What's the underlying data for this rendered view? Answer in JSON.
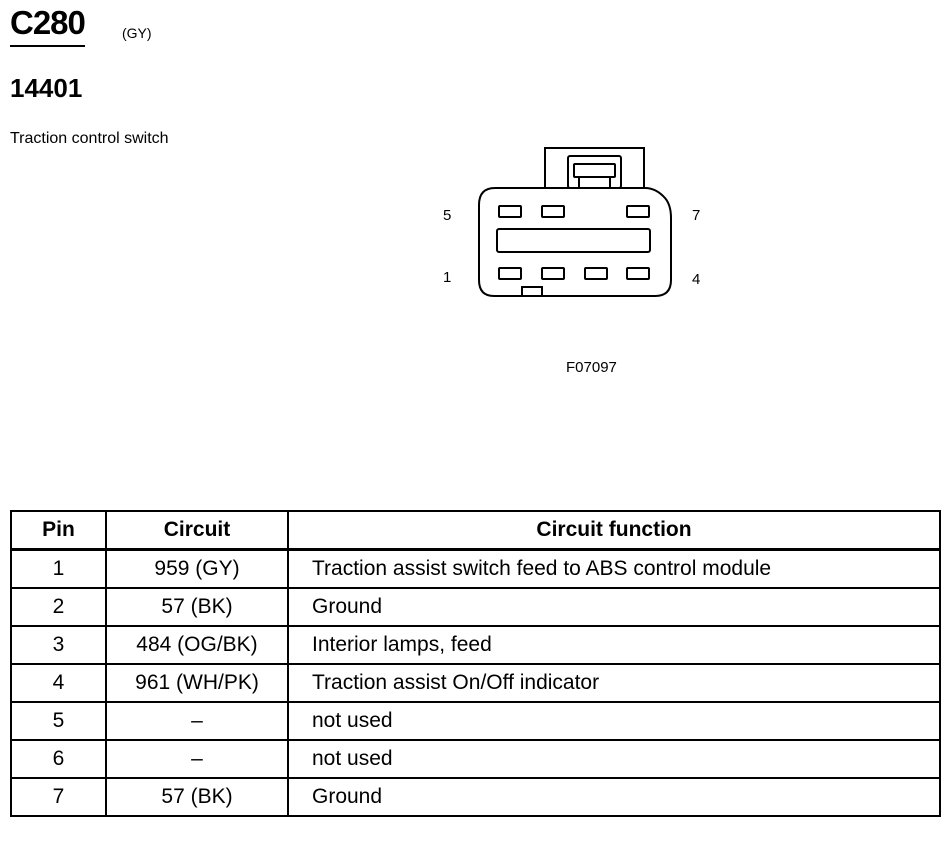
{
  "header": {
    "connector_id": "C280",
    "connector_color": "(GY)",
    "part_number": "14401",
    "component_name": "Traction control switch"
  },
  "diagram": {
    "labels": {
      "top_left": "5",
      "top_right": "7",
      "bottom_left": "1",
      "bottom_right": "4"
    },
    "figure_code": "F07097"
  },
  "table": {
    "headers": {
      "pin": "Pin",
      "circuit": "Circuit",
      "function": "Circuit function"
    },
    "rows": [
      {
        "pin": "1",
        "circuit": "959 (GY)",
        "function": "Traction assist switch feed to ABS control module"
      },
      {
        "pin": "2",
        "circuit": "57 (BK)",
        "function": "Ground"
      },
      {
        "pin": "3",
        "circuit": "484 (OG/BK)",
        "function": "Interior lamps, feed"
      },
      {
        "pin": "4",
        "circuit": "961 (WH/PK)",
        "function": "Traction assist On/Off indicator"
      },
      {
        "pin": "5",
        "circuit": "–",
        "function": "not used"
      },
      {
        "pin": "6",
        "circuit": "–",
        "function": "not used"
      },
      {
        "pin": "7",
        "circuit": "57 (BK)",
        "function": "Ground"
      }
    ]
  }
}
